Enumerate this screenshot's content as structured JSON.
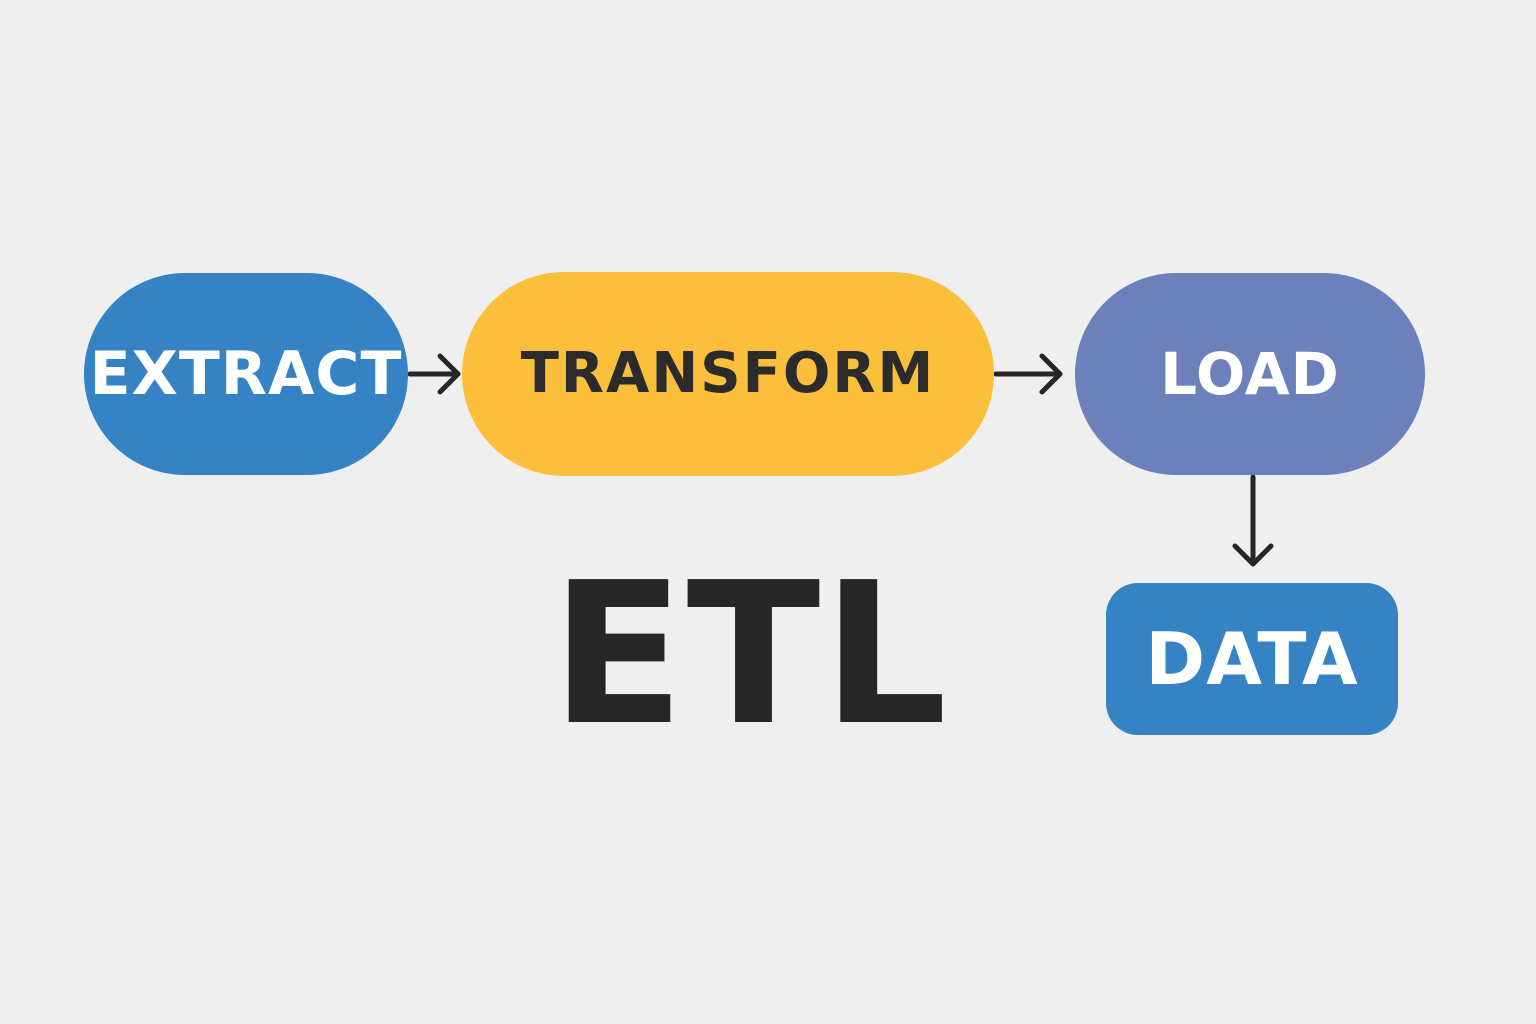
{
  "diagram": {
    "title": "ETL",
    "nodes": {
      "extract": "EXTRACT",
      "transform": "TRANSFORM",
      "load": "LOAD",
      "data": "DATA"
    },
    "colors": {
      "background": "#efefef",
      "extract": "#3583c5",
      "transform": "#fbbf3b",
      "load": "#6c80bb",
      "data": "#3583c5",
      "arrow": "#262626",
      "title": "#262626"
    },
    "edges": [
      {
        "from": "extract",
        "to": "transform"
      },
      {
        "from": "transform",
        "to": "load"
      },
      {
        "from": "load",
        "to": "data"
      }
    ]
  }
}
